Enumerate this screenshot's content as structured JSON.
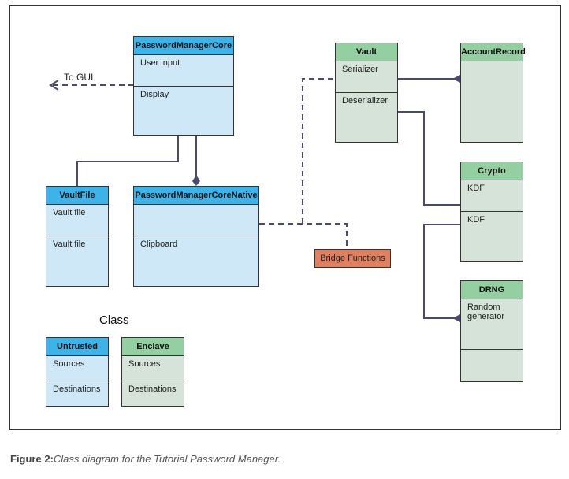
{
  "diagram": {
    "to_gui_label": "To GUI",
    "bridge_label": "Bridge Functions",
    "classes": {
      "password_manager_core": {
        "title": "PasswordManagerCore",
        "sections": [
          "User input",
          "Display"
        ]
      },
      "vault_file": {
        "title": "VaultFile",
        "sections": [
          "Vault file",
          "Vault file"
        ]
      },
      "password_manager_core_native": {
        "title": "PasswordManagerCoreNative",
        "sections": [
          "",
          "Clipboard"
        ]
      },
      "vault": {
        "title": "Vault",
        "sections": [
          "Serializer",
          "Deserializer"
        ]
      },
      "account_record": {
        "title": "AccountRecord"
      },
      "crypto": {
        "title": "Crypto",
        "sections": [
          "KDF",
          "KDF"
        ]
      },
      "drng": {
        "title": "DRNG",
        "sections": [
          "Random generator",
          ""
        ]
      }
    },
    "legend": {
      "title": "Class",
      "untrusted": {
        "title": "Untrusted",
        "sections": [
          "Sources",
          "Destinations"
        ]
      },
      "enclave": {
        "title": "Enclave",
        "sections": [
          "Sources",
          "Destinations"
        ]
      }
    }
  },
  "caption": {
    "prefix": "Figure 2:",
    "text": "Class diagram for the Tutorial Password Manager."
  },
  "colors": {
    "untrusted_header": "#3cb4ea",
    "untrusted_body": "#cfe8f7",
    "enclave_header": "#93cfa0",
    "enclave_body": "#d6e3d8",
    "bridge": "#e08060",
    "connector": "#4a4a6a"
  }
}
